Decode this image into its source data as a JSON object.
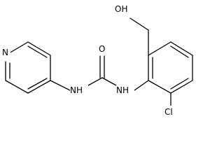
{
  "atoms": {
    "oh": "OH",
    "o_carbonyl": "O",
    "n_pyridine": "N",
    "nh_left": "NH",
    "nh_right": "NH",
    "cl": "Cl"
  }
}
